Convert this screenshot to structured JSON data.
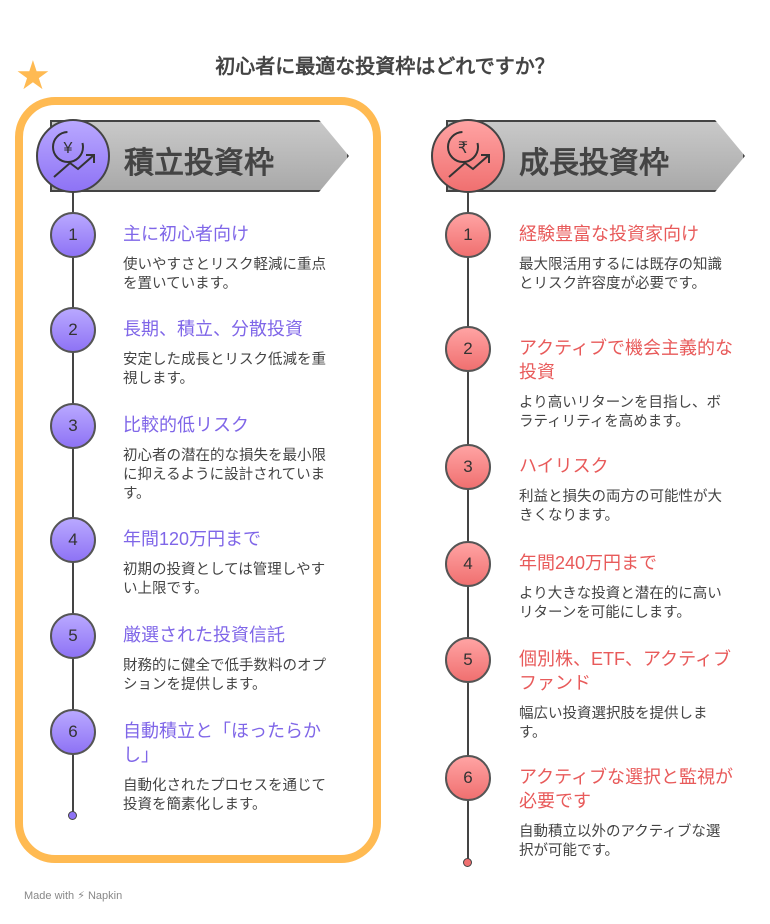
{
  "title": "初心者に最適な投資枠はどれですか？",
  "footer": "Made with ⚡ Napkin",
  "colors": {
    "frame": "#FFBA52",
    "left_accent": "#7F66E8",
    "right_accent": "#E85A5A"
  },
  "left": {
    "heading": "積立投資枠",
    "icon": "yen-growth-icon",
    "recommended_icon": "star-icon",
    "items": [
      {
        "n": "1",
        "title": "主に初心者向け",
        "desc": "使いやすさとリスク軽減に重点を置いています。"
      },
      {
        "n": "2",
        "title": "長期、積立、分散投資",
        "desc": "安定した成長とリスク低減を重視します。"
      },
      {
        "n": "3",
        "title": "比較的低リスク",
        "desc": "初心者の潜在的な損失を最小限に抑えるように設計されています。"
      },
      {
        "n": "4",
        "title": "年間120万円まで",
        "desc": "初期の投資としては管理しやすい上限です。"
      },
      {
        "n": "5",
        "title": "厳選された投資信託",
        "desc": "財務的に健全で低手数料のオプションを提供します。"
      },
      {
        "n": "6",
        "title": "自動積立と「ほったらかし」",
        "desc": "自動化されたプロセスを通じて投資を簡素化します。"
      }
    ]
  },
  "right": {
    "heading": "成長投資枠",
    "icon": "rupee-growth-icon",
    "items": [
      {
        "n": "1",
        "title": "経験豊富な投資家向け",
        "desc": "最大限活用するには既存の知識とリスク許容度が必要です。"
      },
      {
        "n": "2",
        "title": "アクティブで機会主義的な投資",
        "desc": "より高いリターンを目指し、ボラティリティを高めます。"
      },
      {
        "n": "3",
        "title": "ハイリスク",
        "desc": "利益と損失の両方の可能性が大きくなります。"
      },
      {
        "n": "4",
        "title": "年間240万円まで",
        "desc": "より大きな投資と潜在的に高いリターンを可能にします。"
      },
      {
        "n": "5",
        "title": "個別株、ETF、アクティブファンド",
        "desc": "幅広い投資選択肢を提供します。"
      },
      {
        "n": "6",
        "title": "アクティブな選択と監視が必要です",
        "desc": "自動積立以外のアクティブな選択が可能です。"
      }
    ]
  }
}
